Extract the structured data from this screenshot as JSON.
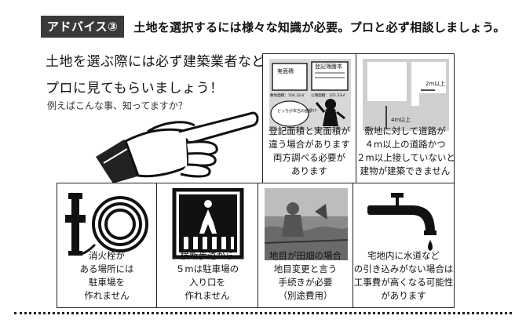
{
  "header": {
    "badge": "アドバイス③",
    "headline": "土地を選択するには様々な知識が必要。プロと必ず相談しましょう。"
  },
  "intro": {
    "line1": "土地を選ぶ際には必ず建築業者など",
    "line2": "プロに見てもらいましょう！",
    "line3": "例えばこんな事、知ってますか？"
  },
  "cards": [
    {
      "caption": [
        "登記面積と実面積が",
        "違う場合があります",
        "両方調べる必要が",
        "あります"
      ],
      "labels": {
        "box_left": "実面積",
        "box_right": "登記簿謄本",
        "row_left": "敷地面積：104.32㎡",
        "row_right": "公簿面積：105.33㎡",
        "bubble": "どっちが本当の面積??"
      }
    },
    {
      "caption": [
        "敷地に対して道路が",
        "４m以上の道路かつ",
        "２m以上接していないと",
        "建物が建築できません"
      ],
      "labels": {
        "frontage": "2m以上",
        "road": "4m以上"
      }
    },
    {
      "caption": [
        "消火栓が",
        "ある場所には",
        "駐車場を",
        "作れません"
      ]
    },
    {
      "caption": [
        "横断歩道から",
        "５mは駐車場の",
        "入り口を",
        "作れません"
      ]
    },
    {
      "caption": [
        "地目が田畑の場合",
        "地目変更と言う",
        "手続きが必要",
        "（別途費用）"
      ]
    },
    {
      "caption": [
        "宅地内に水道など",
        "の引き込みがない場合は",
        "工事費が高くなる可能性",
        "があります"
      ]
    }
  ]
}
